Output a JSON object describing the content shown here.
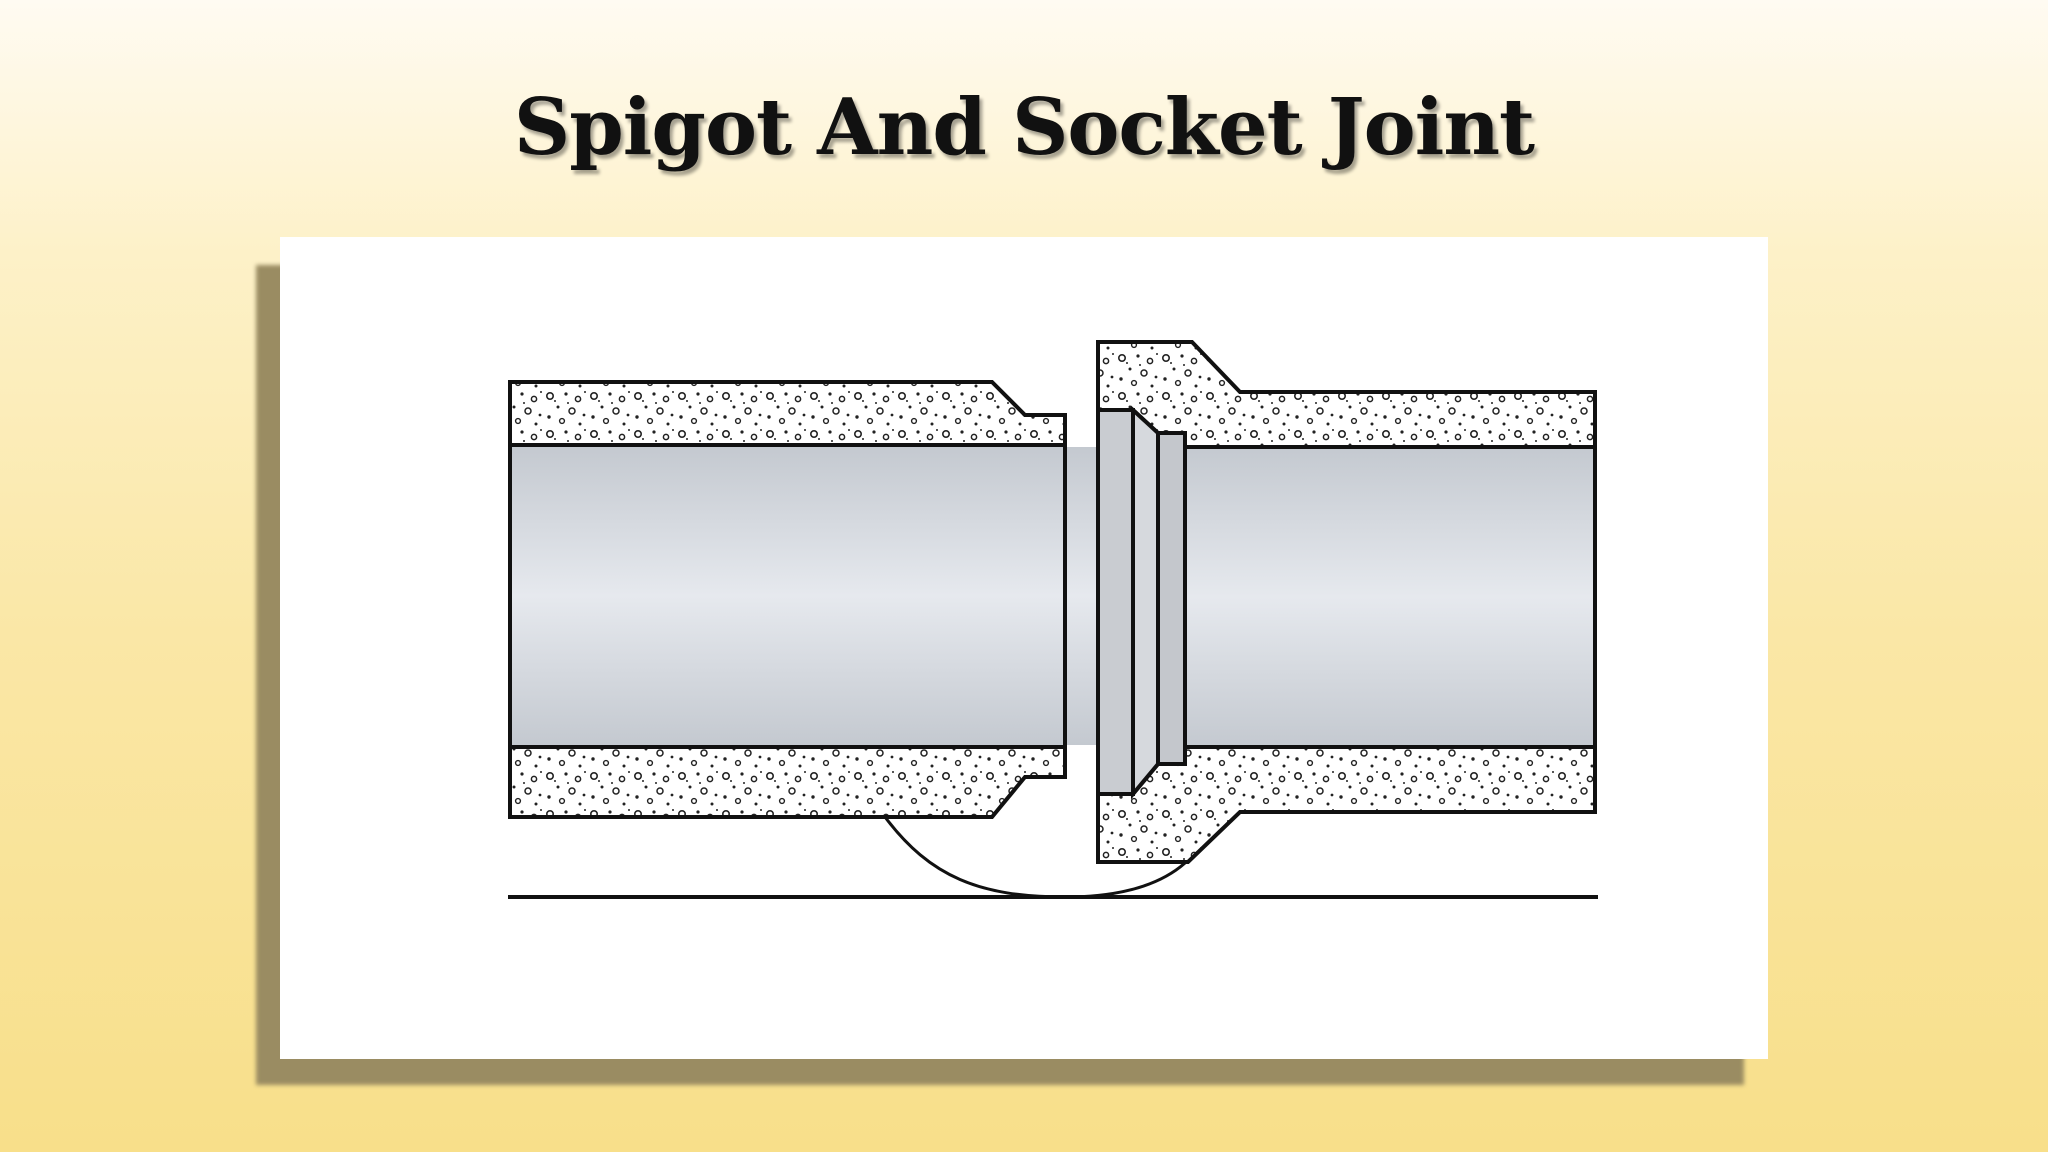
{
  "slide": {
    "title": "Spigot And Socket Joint"
  },
  "diagram": {
    "description_parts": [
      "spigot-pipe",
      "socket-pipe",
      "sealing-ring",
      "pipe-bore",
      "base-line"
    ],
    "colors": {
      "background_top": "#fffbf2",
      "background_bottom": "#f8df8a",
      "frame_shadow": "#9a8c62",
      "bore_light": "#e6e9ee",
      "bore_dark": "#c4c9d0",
      "wall_fill": "#ffffff",
      "outline": "#111111",
      "gasket_fill": "#c9ccd1"
    }
  }
}
